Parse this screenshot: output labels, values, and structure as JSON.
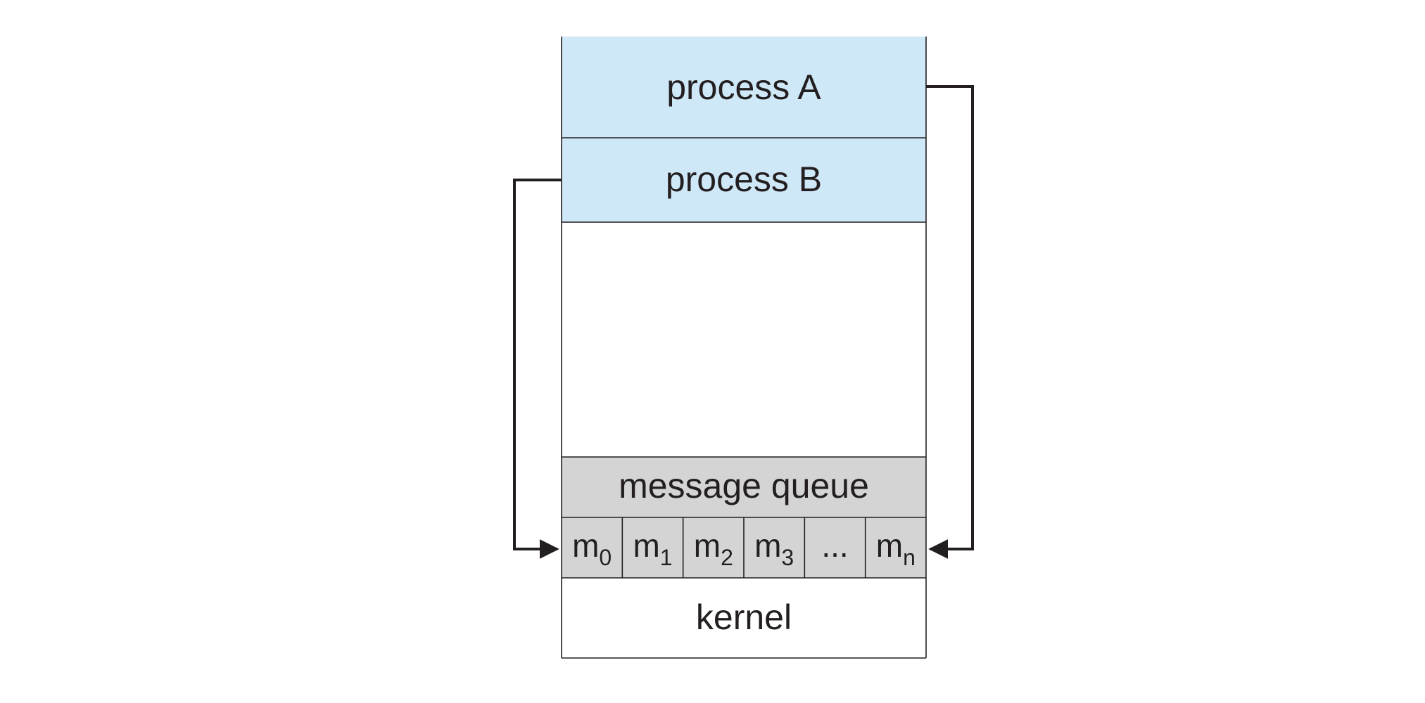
{
  "regions": {
    "process_a": "process A",
    "process_b": "process B",
    "message_queue": "message queue",
    "kernel": "kernel"
  },
  "queue_slots": [
    {
      "base": "m",
      "sub": "0"
    },
    {
      "base": "m",
      "sub": "1"
    },
    {
      "base": "m",
      "sub": "2"
    },
    {
      "base": "m",
      "sub": "3"
    },
    {
      "base": "...",
      "sub": ""
    },
    {
      "base": "m",
      "sub": "n"
    }
  ],
  "colors": {
    "process_fill": "#cfe8f8",
    "queue_fill": "#d4d4d4",
    "kernel_fill": "#ffffff",
    "stroke": "#231f20"
  }
}
